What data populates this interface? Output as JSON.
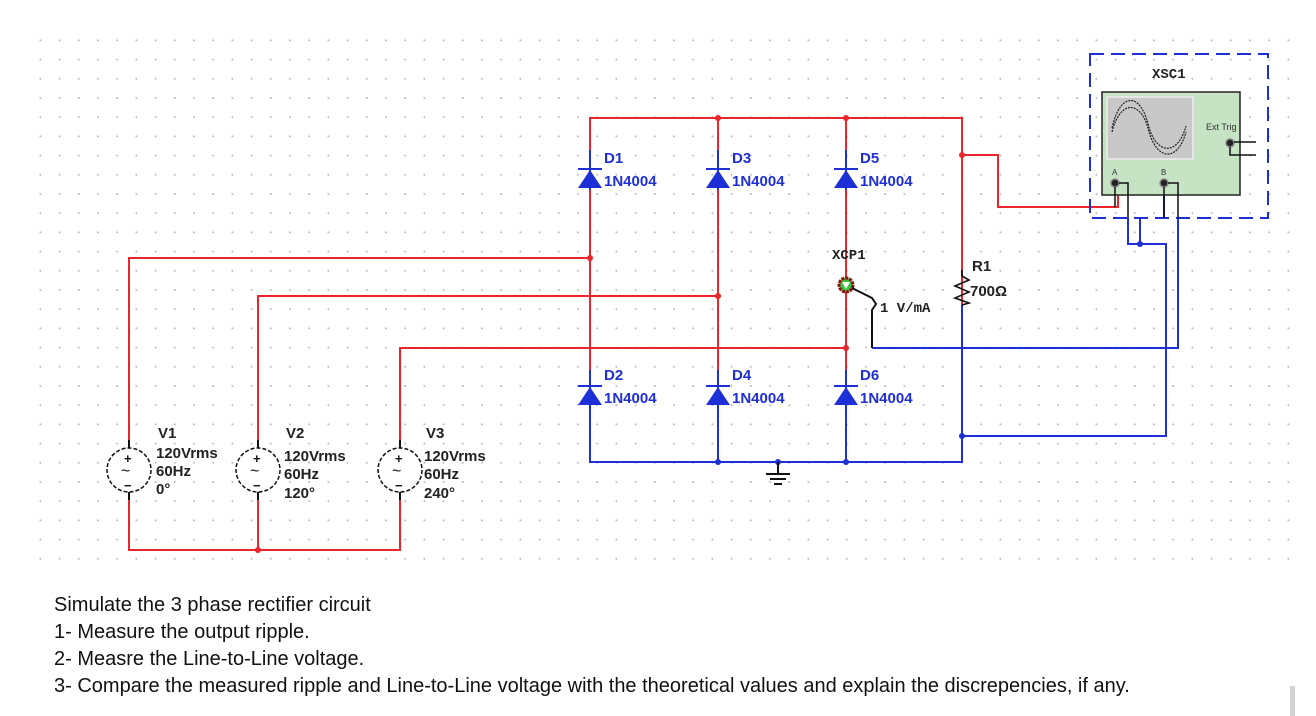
{
  "schematic": {
    "sources": [
      {
        "ref": "V1",
        "voltage": "120Vrms",
        "frequency": "60Hz",
        "phase": "0°"
      },
      {
        "ref": "V2",
        "voltage": "120Vrms",
        "frequency": "60Hz",
        "phase": "120°"
      },
      {
        "ref": "V3",
        "voltage": "120Vrms",
        "frequency": "60Hz",
        "phase": "240°"
      }
    ],
    "source_symbols": {
      "plus": "+",
      "minus": "−",
      "tilde": "~"
    },
    "diodes": [
      {
        "ref": "D1",
        "part": "1N4004"
      },
      {
        "ref": "D3",
        "part": "1N4004"
      },
      {
        "ref": "D5",
        "part": "1N4004"
      },
      {
        "ref": "D2",
        "part": "1N4004"
      },
      {
        "ref": "D4",
        "part": "1N4004"
      },
      {
        "ref": "D6",
        "part": "1N4004"
      }
    ],
    "resistor": {
      "ref": "R1",
      "value": "700Ω"
    },
    "current_probe": {
      "ref": "XCP1",
      "ratio": "1 V/mA"
    },
    "oscilloscope": {
      "ref": "XSC1",
      "channel_a": "A",
      "channel_b": "B",
      "ext_trig": "Ext Trig"
    },
    "colors": {
      "phase_wire": "#e8262b",
      "dc_wire": "#1f2fd6",
      "instrument_wire": "#111111",
      "scope_body": "#c6e3c4",
      "scope_screen": "#c8c8c8",
      "grid_dot": "#b8b8b8"
    }
  },
  "task": {
    "lines": [
      "Simulate the 3 phase rectifier circuit",
      "1- Measure the output ripple.",
      "2- Measre the Line-to-Line voltage.",
      "3- Compare the measured ripple and Line-to-Line voltage with the theoretical values and explain the discrepencies, if any."
    ]
  }
}
